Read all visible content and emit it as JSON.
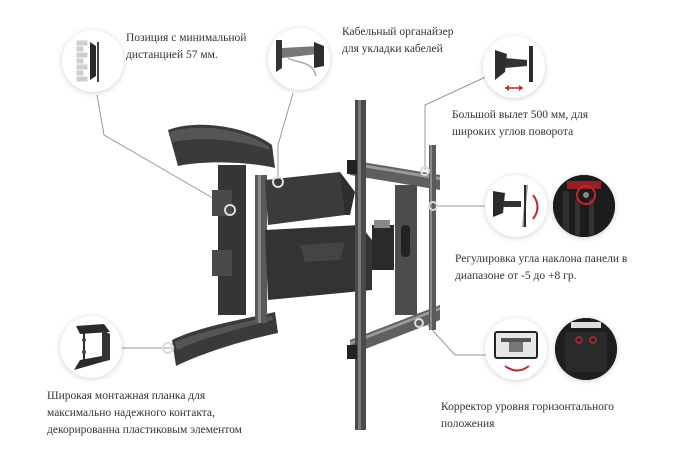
{
  "infographic": {
    "subject": "Full-motion TV wall mount bracket",
    "features": [
      {
        "id": "min-distance",
        "lines": [
          "Позиция с минимальной",
          "дистанцией 57 мм."
        ]
      },
      {
        "id": "cable-organizer",
        "lines": [
          "Кабельный органайзер",
          "для укладки кабелей"
        ]
      },
      {
        "id": "extension",
        "lines": [
          "Большой вылет 500 мм, для",
          "широких углов поворота"
        ]
      },
      {
        "id": "tilt",
        "lines": [
          "Регулировка угла наклона панели в",
          "диапазоне от -5 до +8 гр."
        ]
      },
      {
        "id": "wall-plate",
        "lines": [
          "Широкая монтажная планка для",
          "максимально надежного контакта,",
          "декорированна пластиковым элементом"
        ]
      },
      {
        "id": "level",
        "lines": [
          "Корректор уровня горизонтального",
          "положения"
        ]
      }
    ],
    "colors": {
      "mount_dark": "#2b2b2b",
      "mount_mid": "#454545",
      "rail_gray": "#6a6a6a",
      "accent_red": "#c0272d",
      "callout_line": "#9a9a9a",
      "brick": "#c9c9c9"
    }
  }
}
